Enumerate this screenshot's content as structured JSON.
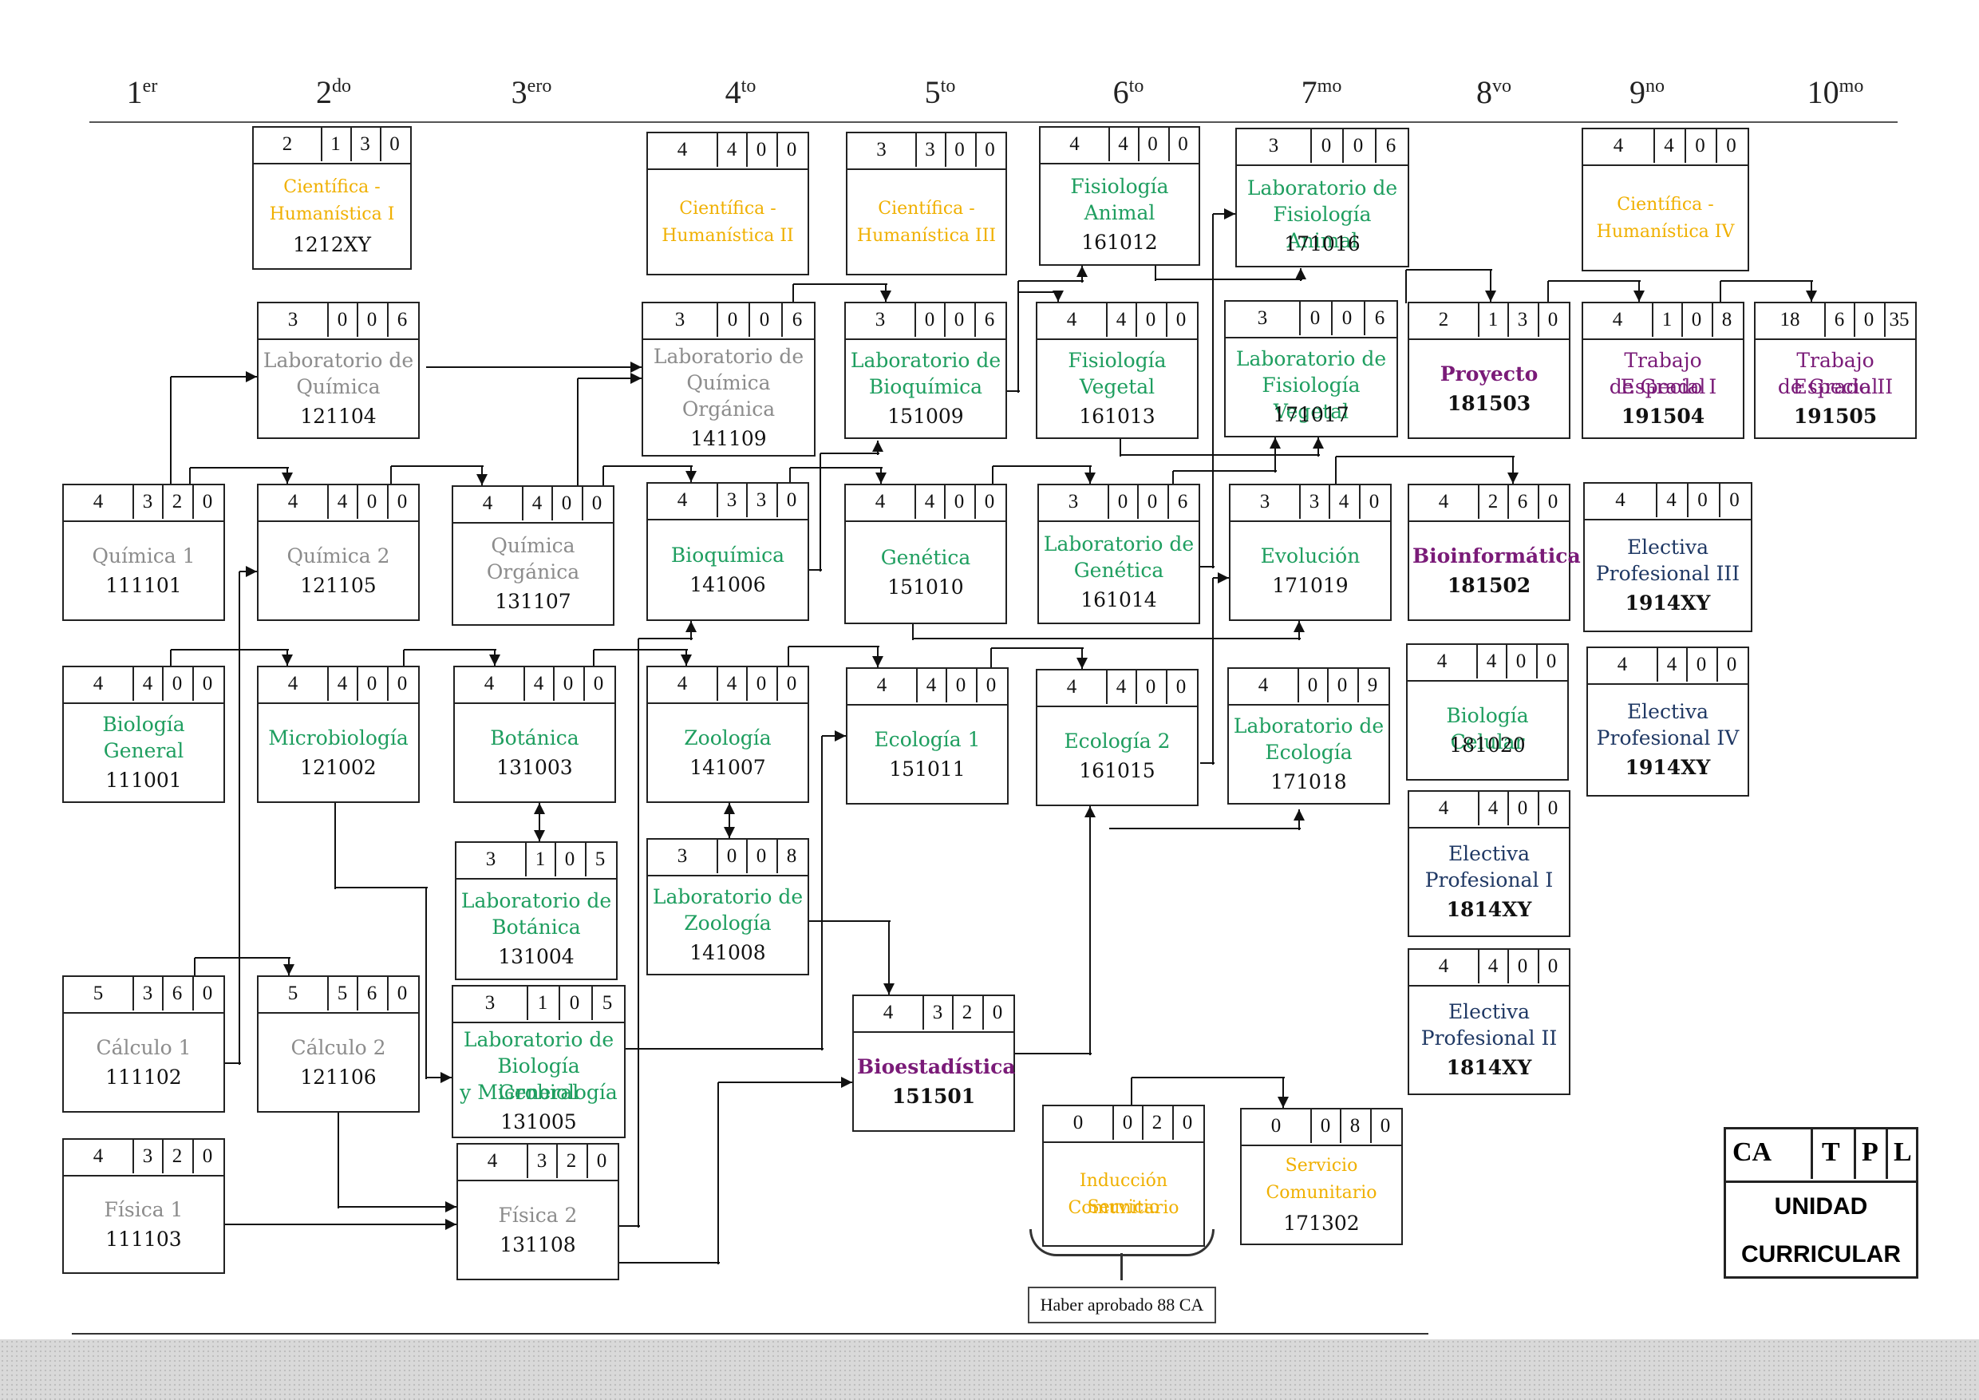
{
  "semesters": [
    {
      "num": "1",
      "suf": "er"
    },
    {
      "num": "2",
      "suf": "do"
    },
    {
      "num": "3",
      "suf": "ero"
    },
    {
      "num": "4",
      "suf": "to"
    },
    {
      "num": "5",
      "suf": "to"
    },
    {
      "num": "6",
      "suf": "to"
    },
    {
      "num": "7",
      "suf": "mo"
    },
    {
      "num": "8",
      "suf": "vo"
    },
    {
      "num": "9",
      "suf": "no"
    },
    {
      "num": "10",
      "suf": "mo"
    }
  ],
  "colors": {
    "basic": "#8c8c8c",
    "biology": "#1e9e5f",
    "humanistic": "#f0b000",
    "professional": "#7a1b78",
    "elective": "#1f3864",
    "line": "#111111"
  },
  "courses": [
    {
      "id": "cientifica-humanistica-1",
      "name": [
        "Científica -",
        "Humanística I"
      ],
      "code": "1212XY",
      "credits": [
        "2",
        "1",
        "3",
        "0"
      ],
      "color": "humanistic"
    },
    {
      "id": "cientifica-humanistica-2",
      "name": [
        "Científica -",
        "Humanística II"
      ],
      "code": "",
      "credits": [
        "4",
        "4",
        "0",
        "0"
      ],
      "color": "humanistic"
    },
    {
      "id": "cientifica-humanistica-3",
      "name": [
        "Científica -",
        "Humanística III"
      ],
      "code": "",
      "credits": [
        "3",
        "3",
        "0",
        "0"
      ],
      "color": "humanistic"
    },
    {
      "id": "fisiologia-animal",
      "name": [
        "Fisiología",
        "Animal"
      ],
      "code": "161012",
      "credits": [
        "4",
        "4",
        "0",
        "0"
      ],
      "color": "biology"
    },
    {
      "id": "laboratorio-fisiologia-animal",
      "name": [
        "Laboratorio de",
        "Fisiología Animal"
      ],
      "code": "171016",
      "credits": [
        "3",
        "0",
        "0",
        "6"
      ],
      "color": "biology"
    },
    {
      "id": "cientifica-humanistica-4",
      "name": [
        "Científica -",
        "Humanística IV"
      ],
      "code": "",
      "credits": [
        "4",
        "4",
        "0",
        "0"
      ],
      "color": "humanistic"
    },
    {
      "id": "laboratorio-quimica",
      "name": [
        "Laboratorio de",
        "Química"
      ],
      "code": "121104",
      "credits": [
        "3",
        "0",
        "0",
        "6"
      ],
      "color": "basic"
    },
    {
      "id": "laboratorio-quimica-organica",
      "name": [
        "Laboratorio de",
        "Química",
        "Orgánica"
      ],
      "code": "141109",
      "credits": [
        "3",
        "0",
        "0",
        "6"
      ],
      "color": "basic"
    },
    {
      "id": "laboratorio-bioquimica",
      "name": [
        "Laboratorio de",
        "Bioquímica"
      ],
      "code": "151009",
      "credits": [
        "3",
        "0",
        "0",
        "6"
      ],
      "color": "biology"
    },
    {
      "id": "fisiologia-vegetal",
      "name": [
        "Fisiología",
        "Vegetal"
      ],
      "code": "161013",
      "credits": [
        "4",
        "4",
        "0",
        "0"
      ],
      "color": "biology"
    },
    {
      "id": "laboratorio-fisiologia-vegetal",
      "name": [
        "Laboratorio de",
        "Fisiología Vegetal"
      ],
      "code": "171017",
      "credits": [
        "3",
        "0",
        "0",
        "6"
      ],
      "color": "biology"
    },
    {
      "id": "proyecto",
      "name": [
        "Proyecto"
      ],
      "code": "181503",
      "credits": [
        "2",
        "1",
        "3",
        "0"
      ],
      "color": "professional",
      "bold": true
    },
    {
      "id": "trabajo-especial-1",
      "name": [
        "Trabajo Especial",
        "de Grado I"
      ],
      "code": "191504",
      "credits": [
        "4",
        "1",
        "0",
        "8"
      ],
      "color": "professional"
    },
    {
      "id": "trabajo-especial-2",
      "name": [
        "Trabajo Especial",
        "de Grado II"
      ],
      "code": "191505",
      "credits": [
        "18",
        "6",
        "0",
        "35"
      ],
      "color": "professional"
    },
    {
      "id": "quimica-1",
      "name": [
        "Química 1"
      ],
      "code": "111101",
      "credits": [
        "4",
        "3",
        "2",
        "0"
      ],
      "color": "basic"
    },
    {
      "id": "quimica-2",
      "name": [
        "Química 2"
      ],
      "code": "121105",
      "credits": [
        "4",
        "4",
        "0",
        "0"
      ],
      "color": "basic"
    },
    {
      "id": "quimica-organica",
      "name": [
        "Química",
        "Orgánica"
      ],
      "code": "131107",
      "credits": [
        "4",
        "4",
        "0",
        "0"
      ],
      "color": "basic"
    },
    {
      "id": "bioquimica",
      "name": [
        "Bioquímica"
      ],
      "code": "141006",
      "credits": [
        "4",
        "3",
        "3",
        "0"
      ],
      "color": "biology"
    },
    {
      "id": "genetica",
      "name": [
        "Genética"
      ],
      "code": "151010",
      "credits": [
        "4",
        "4",
        "0",
        "0"
      ],
      "color": "biology"
    },
    {
      "id": "laboratorio-genetica",
      "name": [
        "Laboratorio de",
        "Genética"
      ],
      "code": "161014",
      "credits": [
        "3",
        "0",
        "0",
        "6"
      ],
      "color": "biology"
    },
    {
      "id": "evolucion",
      "name": [
        "Evolución"
      ],
      "code": "171019",
      "credits": [
        "3",
        "3",
        "4",
        "0"
      ],
      "color": "biology"
    },
    {
      "id": "bioinformatica",
      "name": [
        "Bioinformática"
      ],
      "code": "181502",
      "credits": [
        "4",
        "2",
        "6",
        "0"
      ],
      "color": "professional",
      "bold": true
    },
    {
      "id": "electiva-profesional-3",
      "name": [
        "Electiva",
        "Profesional III"
      ],
      "code": "1914XY",
      "credits": [
        "4",
        "4",
        "0",
        "0"
      ],
      "color": "elective"
    },
    {
      "id": "biologia-general",
      "name": [
        "Biología",
        "General"
      ],
      "code": "111001",
      "credits": [
        "4",
        "4",
        "0",
        "0"
      ],
      "color": "biology"
    },
    {
      "id": "microbiologia",
      "name": [
        "Microbiología"
      ],
      "code": "121002",
      "credits": [
        "4",
        "4",
        "0",
        "0"
      ],
      "color": "biology"
    },
    {
      "id": "botanica",
      "name": [
        "Botánica"
      ],
      "code": "131003",
      "credits": [
        "4",
        "4",
        "0",
        "0"
      ],
      "color": "biology"
    },
    {
      "id": "zoologia",
      "name": [
        "Zoología"
      ],
      "code": "141007",
      "credits": [
        "4",
        "4",
        "0",
        "0"
      ],
      "color": "biology"
    },
    {
      "id": "ecologia-1",
      "name": [
        "Ecología 1"
      ],
      "code": "151011",
      "credits": [
        "4",
        "4",
        "0",
        "0"
      ],
      "color": "biology"
    },
    {
      "id": "ecologia-2",
      "name": [
        "Ecología 2"
      ],
      "code": "161015",
      "credits": [
        "4",
        "4",
        "0",
        "0"
      ],
      "color": "biology"
    },
    {
      "id": "laboratorio-ecologia",
      "name": [
        "Laboratorio de",
        "Ecología"
      ],
      "code": "171018",
      "credits": [
        "4",
        "0",
        "0",
        "9"
      ],
      "color": "biology"
    },
    {
      "id": "biologia-celular",
      "name": [
        "Biología Celular"
      ],
      "code": "181020",
      "credits": [
        "4",
        "4",
        "0",
        "0"
      ],
      "color": "biology"
    },
    {
      "id": "electiva-profesional-4",
      "name": [
        "Electiva",
        "Profesional IV"
      ],
      "code": "1914XY",
      "credits": [
        "4",
        "4",
        "0",
        "0"
      ],
      "color": "elective"
    },
    {
      "id": "laboratorio-botanica",
      "name": [
        "Laboratorio de",
        "Botánica"
      ],
      "code": "131004",
      "credits": [
        "3",
        "1",
        "0",
        "5"
      ],
      "color": "biology"
    },
    {
      "id": "laboratorio-zoologia",
      "name": [
        "Laboratorio de",
        "Zoología"
      ],
      "code": "141008",
      "credits": [
        "3",
        "0",
        "0",
        "8"
      ],
      "color": "biology"
    },
    {
      "id": "electiva-profesional-1",
      "name": [
        "Electiva",
        "Profesional I"
      ],
      "code": "1814XY",
      "credits": [
        "4",
        "4",
        "0",
        "0"
      ],
      "color": "elective"
    },
    {
      "id": "calculo-1",
      "name": [
        "Cálculo 1"
      ],
      "code": "111102",
      "credits": [
        "5",
        "3",
        "6",
        "0"
      ],
      "color": "basic"
    },
    {
      "id": "calculo-2",
      "name": [
        "Cálculo 2"
      ],
      "code": "121106",
      "credits": [
        "5",
        "5",
        "6",
        "0"
      ],
      "color": "basic"
    },
    {
      "id": "laboratorio-biologia-general-microbiologia",
      "name": [
        "Laboratorio de",
        "Biología General",
        "y Microbiología"
      ],
      "code": "131005",
      "credits": [
        "3",
        "1",
        "0",
        "5"
      ],
      "color": "biology"
    },
    {
      "id": "bioestadistica",
      "name": [
        "Bioestadística"
      ],
      "code": "151501",
      "credits": [
        "4",
        "3",
        "2",
        "0"
      ],
      "color": "professional",
      "bold": true
    },
    {
      "id": "electiva-profesional-2",
      "name": [
        "Electiva",
        "Profesional II"
      ],
      "code": "1814XY",
      "credits": [
        "4",
        "4",
        "0",
        "0"
      ],
      "color": "elective"
    },
    {
      "id": "fisica-1",
      "name": [
        "Física 1"
      ],
      "code": "111103",
      "credits": [
        "4",
        "3",
        "2",
        "0"
      ],
      "color": "basic"
    },
    {
      "id": "fisica-2",
      "name": [
        "Física 2"
      ],
      "code": "131108",
      "credits": [
        "4",
        "3",
        "2",
        "0"
      ],
      "color": "basic"
    },
    {
      "id": "induccion-servicio-comunitario",
      "name": [
        "Inducción Servicio",
        "Comunitario"
      ],
      "code": "",
      "credits": [
        "0",
        "0",
        "2",
        "0"
      ],
      "color": "humanistic"
    },
    {
      "id": "servicio-comunitario",
      "name": [
        "Servicio",
        "Comunitario"
      ],
      "code": "171302",
      "credits": [
        "0",
        "0",
        "8",
        "0"
      ],
      "color": "humanistic"
    }
  ],
  "note": "Haber aprobado 88 CA",
  "legend": {
    "ca": "CA",
    "t": "T",
    "p": "P",
    "l": "L",
    "title_1": "UNIDAD",
    "title_2": "CURRICULAR"
  }
}
